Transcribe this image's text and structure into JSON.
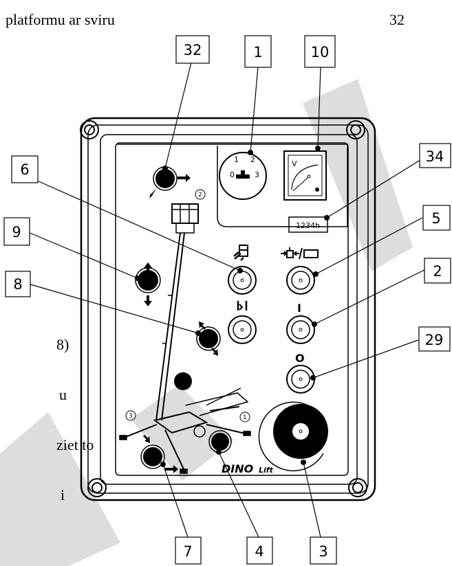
{
  "document": {
    "header_text": "platformu ar sviru",
    "page_number": "32",
    "side_fragments": [
      "8)",
      "u",
      "ziet to",
      "i"
    ]
  },
  "callouts": {
    "c32": "32",
    "c1": "1",
    "c10": "10",
    "c34": "34",
    "c6": "6",
    "c5": "5",
    "c9": "9",
    "c8": "8",
    "c2": "2",
    "c29": "29",
    "c7": "7",
    "c4": "4",
    "c3": "3"
  },
  "panel": {
    "selector_labels": [
      "0",
      "1",
      "2",
      "3"
    ],
    "voltmeter_label": "V",
    "hour_counter": "1234h",
    "machine_markers": [
      "1",
      "2",
      "3"
    ],
    "brand_dino": "DINO",
    "brand_lift": "Lift",
    "button_symbols": {
      "power_on": "I",
      "power_off": "O"
    }
  },
  "colors": {
    "ink": "#000000",
    "watermark": "#d9d9d9",
    "background": "#ffffff"
  }
}
